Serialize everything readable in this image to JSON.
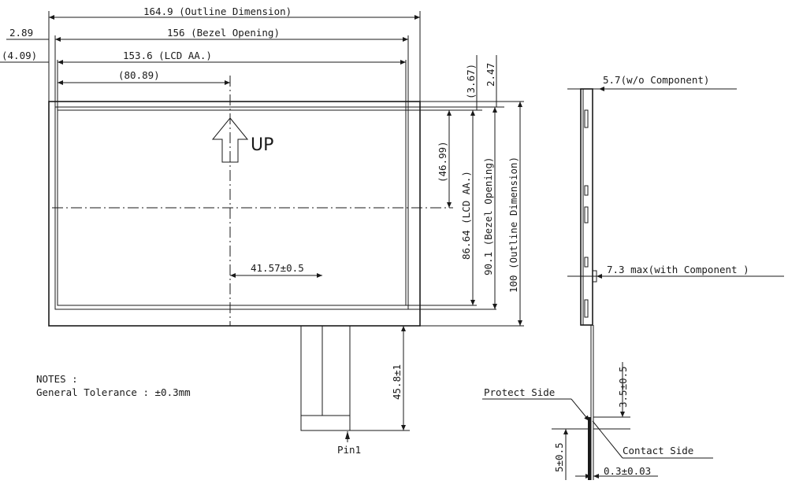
{
  "dimensions": {
    "outline_width": "164.9 (Outline Dimension)",
    "bezel_width": "156 (Bezel Opening)",
    "bezel_offset_left": "2.89",
    "lcd_offset_left": "(4.09)",
    "lcd_width": "153.6 (LCD AA.)",
    "center_x": "(80.89)",
    "top_offset_lcd": "(3.67)",
    "top_offset_bezel": "2.47",
    "center_y": "(46.99)",
    "lcd_height": "86.64 (LCD AA.)",
    "bezel_height": "90.1 (Bezel Opening)",
    "outline_height": "100 (Outline Dimension)",
    "fpc_offset": "41.57±0.5",
    "fpc_length": "45.8±1"
  },
  "labels": {
    "up": "UP",
    "pin1": "Pin1",
    "notes_title": "NOTES :",
    "notes_tolerance": "General Tolerance : ±0.3mm"
  },
  "side_view": {
    "thickness_no_comp": "5.7(w/o Component)",
    "thickness_max": "7.3 max(with Component )",
    "protect_side": "Protect Side",
    "contact_side": "Contact Side",
    "stiffener_len": "3.5±0.5",
    "contact_len": "5±0.5",
    "fpc_thickness": "0.3±0.03"
  }
}
